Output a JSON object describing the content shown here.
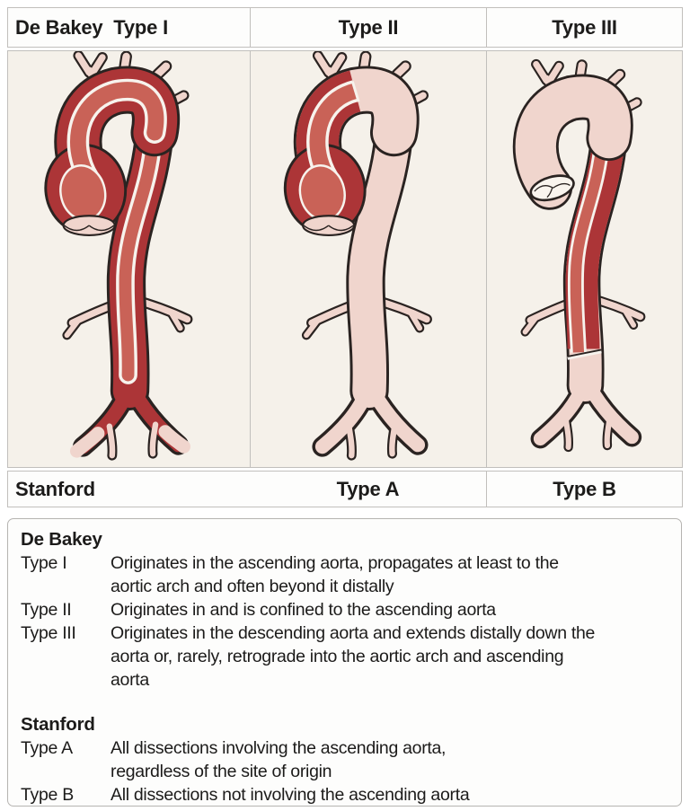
{
  "colors": {
    "line": "#2a2321",
    "false_lumen_red": "#ac3537",
    "true_lumen_red": "#c96257",
    "normal_aorta_pink": "#f0d5cd",
    "paper_cream": "#f5f1ea",
    "gap_white": "#f7f3ed",
    "panel_border": "#c1bfbc"
  },
  "header_row": {
    "col1": "De Bakey  Type I",
    "col2": "Type II",
    "col3": "Type III"
  },
  "stanford_row": {
    "col1": "Stanford",
    "col2": "Type A",
    "col3": "Type B"
  },
  "illustrations": [
    {
      "name": "type-i-aorta",
      "ascending_dissected": true,
      "descending_dissected": true,
      "root": "aortic-valve"
    },
    {
      "name": "type-ii-aorta",
      "ascending_dissected": true,
      "descending_dissected": false,
      "root": "aortic-valve"
    },
    {
      "name": "type-iii-aorta",
      "ascending_dissected": false,
      "descending_dissected": true,
      "root": "cut-end"
    }
  ],
  "legend": {
    "debakey_heading": "De Bakey",
    "debakey_rows": [
      {
        "label": "Type I",
        "lines": [
          "Originates in the ascending aorta, propagates at least to the",
          "aortic arch and often beyond it distally"
        ]
      },
      {
        "label": "Type II",
        "lines": [
          "Originates in and is confined to the ascending aorta"
        ]
      },
      {
        "label": "Type III",
        "lines": [
          "Originates in the descending aorta and extends distally down the",
          "aorta or, rarely, retrograde into the aortic arch and ascending",
          "aorta"
        ]
      }
    ],
    "stanford_heading": "Stanford",
    "stanford_rows": [
      {
        "label": "Type A",
        "lines": [
          "All dissections involving the ascending aorta,",
          "regardless of the site of origin"
        ]
      },
      {
        "label": "Type B",
        "lines": [
          "All dissections not involving the ascending aorta"
        ]
      }
    ]
  }
}
